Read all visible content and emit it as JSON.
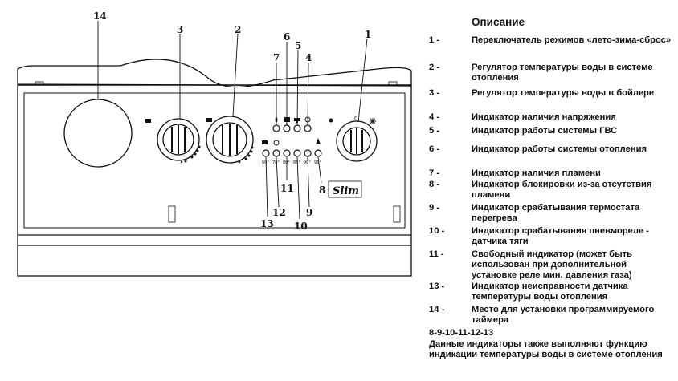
{
  "diagram": {
    "callouts": [
      "14",
      "3",
      "2",
      "6",
      "5",
      "7",
      "4",
      "1",
      "11",
      "8",
      "12",
      "9",
      "13",
      "10"
    ],
    "brand_logo": "Slim",
    "mode_switch_label": "0",
    "icons": [
      "tap-icon",
      "radiator-icon",
      "flame-icon",
      "power-icon",
      "snowflake-icon",
      "sun-icon",
      "warning-icon"
    ]
  },
  "description": {
    "title": "Описание",
    "items": [
      {
        "num": "1 -",
        "text": "Переключатель режимов «лето-зима-сброс»"
      },
      {
        "num": "2 -",
        "text": "Регулятор температуры воды в системе отопления"
      },
      {
        "num": "3 -",
        "text": "Регулятор температуры воды в бойлере"
      },
      {
        "num": "4 -",
        "text": "Индикатор наличия напряжения"
      },
      {
        "num": "5 -",
        "text": "Индикатор работы системы ГВС"
      },
      {
        "num": "6 -",
        "text": "Индикатор работы системы отопления"
      },
      {
        "num": "7 -",
        "text": "Индикатор наличия пламени"
      },
      {
        "num": "8 -",
        "text": "Индикатор блокировки из-за отсутствия пламени"
      },
      {
        "num": "9 -",
        "text": "Индикатор срабатывания термостата перегрева"
      },
      {
        "num": "10 -",
        "text": "Индикатор срабатывания пневмореле - датчика тяги"
      },
      {
        "num": "11 -",
        "text": "Свободный индикатор (может быть использован при дополнительной установке реле мин. давления газа)"
      },
      {
        "num": "13 -",
        "text": "Индикатор неисправности датчика температуры воды отопления"
      },
      {
        "num": "14 -",
        "text": "Место для установки программируемого таймера"
      }
    ],
    "footer_code": "8-9-10-11-12-13",
    "footer_text": "Данные индикаторы также выполняют функцию индикации температуры воды в системе отопления"
  }
}
